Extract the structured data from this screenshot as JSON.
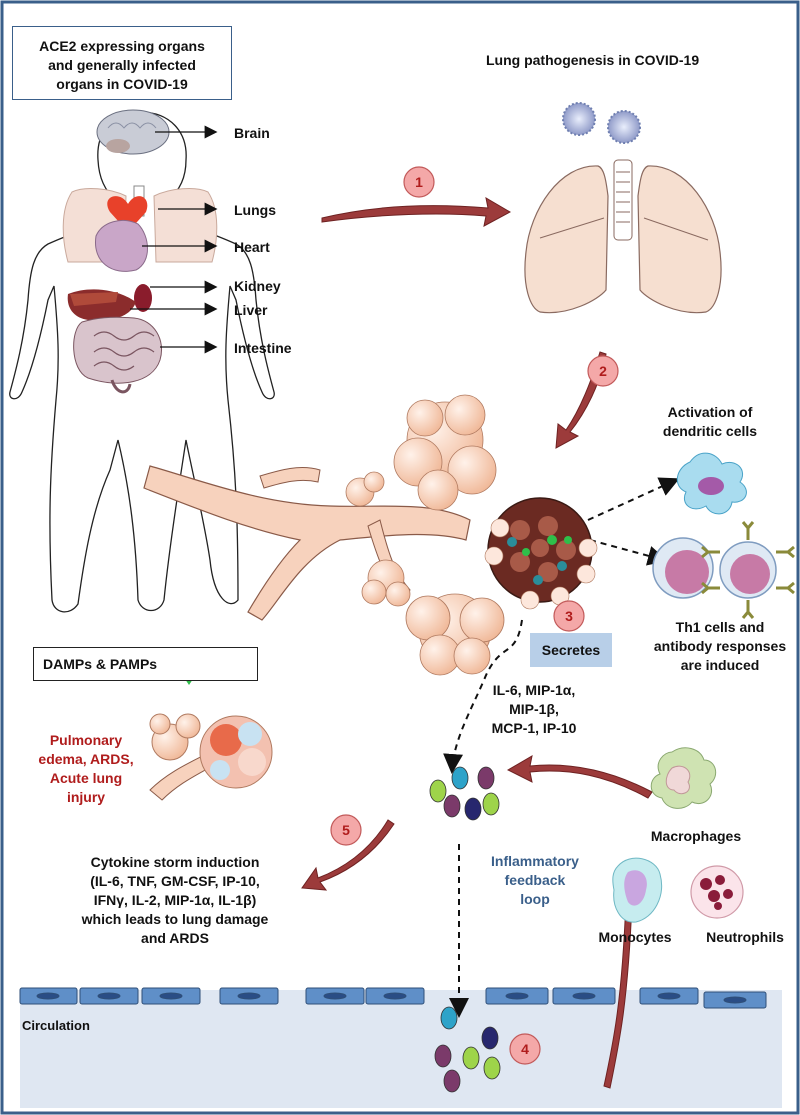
{
  "title_box": {
    "lines": [
      "ACE2 expressing organs",
      "and generally infected",
      "organs  in COVID-19"
    ]
  },
  "organs": [
    "Brain",
    "Lungs",
    "Heart",
    "Kidney",
    "Liver",
    "Intestine"
  ],
  "lung_title": "Lung pathogenesis in COVID-19",
  "steps": [
    "1",
    "2",
    "3",
    "4",
    "5"
  ],
  "dendritic": [
    "Activation of",
    "dendritic cells"
  ],
  "th1": [
    "Th1 cells and",
    "antibody responses",
    "are induced"
  ],
  "secretes": "Secretes",
  "cytokines": [
    "IL-6, MIP-1α,",
    "MIP-1β,",
    "MCP-1, IP-10"
  ],
  "damps_label": "DAMPs & PAMPs",
  "pulmonary": [
    "Pulmonary",
    "edema, ARDS,",
    "Acute lung",
    "injury"
  ],
  "storm": [
    "Cytokine storm induction",
    "(IL-6, TNF, GM-CSF, IP-10,",
    "IFNγ, IL-2, MIP-1α, IL-1β)",
    "which leads to lung damage",
    "and ARDS"
  ],
  "feedback": [
    "Inflammatory",
    "feedback",
    "loop"
  ],
  "macrophages": "Macrophages",
  "monocytes": "Monocytes",
  "neutrophils": "Neutrophils",
  "circulation": "Circulation",
  "colors": {
    "frame": "#3a5f8a",
    "arrow": "#9c3b3b",
    "step_fill": "#f4a8a8",
    "step_text": "#b01c1c",
    "alveoli": "#f6c6ac",
    "cytokine_green": "#9ed44a",
    "cytokine_cyan": "#2ea3c9",
    "cytokine_purple": "#7b3a6a",
    "cytokine_navy": "#27276e",
    "circulation_bg": "#dfe7f2",
    "endothelial": "#6c9ad0"
  }
}
